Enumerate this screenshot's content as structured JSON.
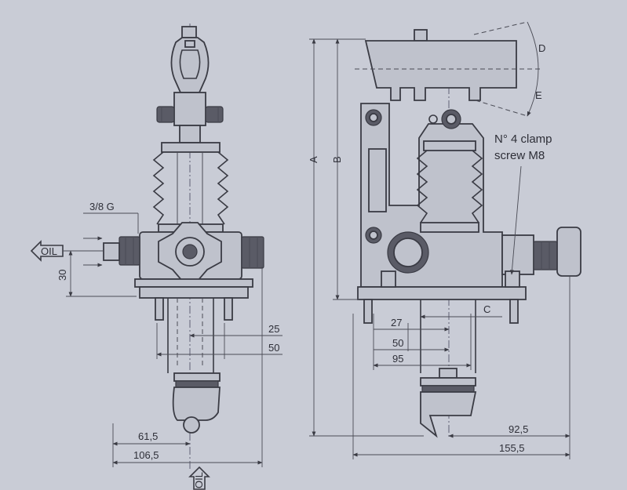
{
  "drawing": {
    "left_view": {
      "port_thread": "3/8 G",
      "oil_label": "OIL",
      "dims": {
        "port_height": "30",
        "offset_25": "25",
        "offset_50": "50",
        "width_61_5": "61,5",
        "width_106_5": "106,5"
      }
    },
    "right_view": {
      "dims": {
        "A": "A",
        "B": "B",
        "C": "C",
        "D": "D",
        "E": "E",
        "d27": "27",
        "d50": "50",
        "d95": "95",
        "d92_5": "92,5",
        "d155_5": "155,5"
      },
      "note_line1": "N° 4 clamp",
      "note_line2": "screw M8"
    }
  }
}
